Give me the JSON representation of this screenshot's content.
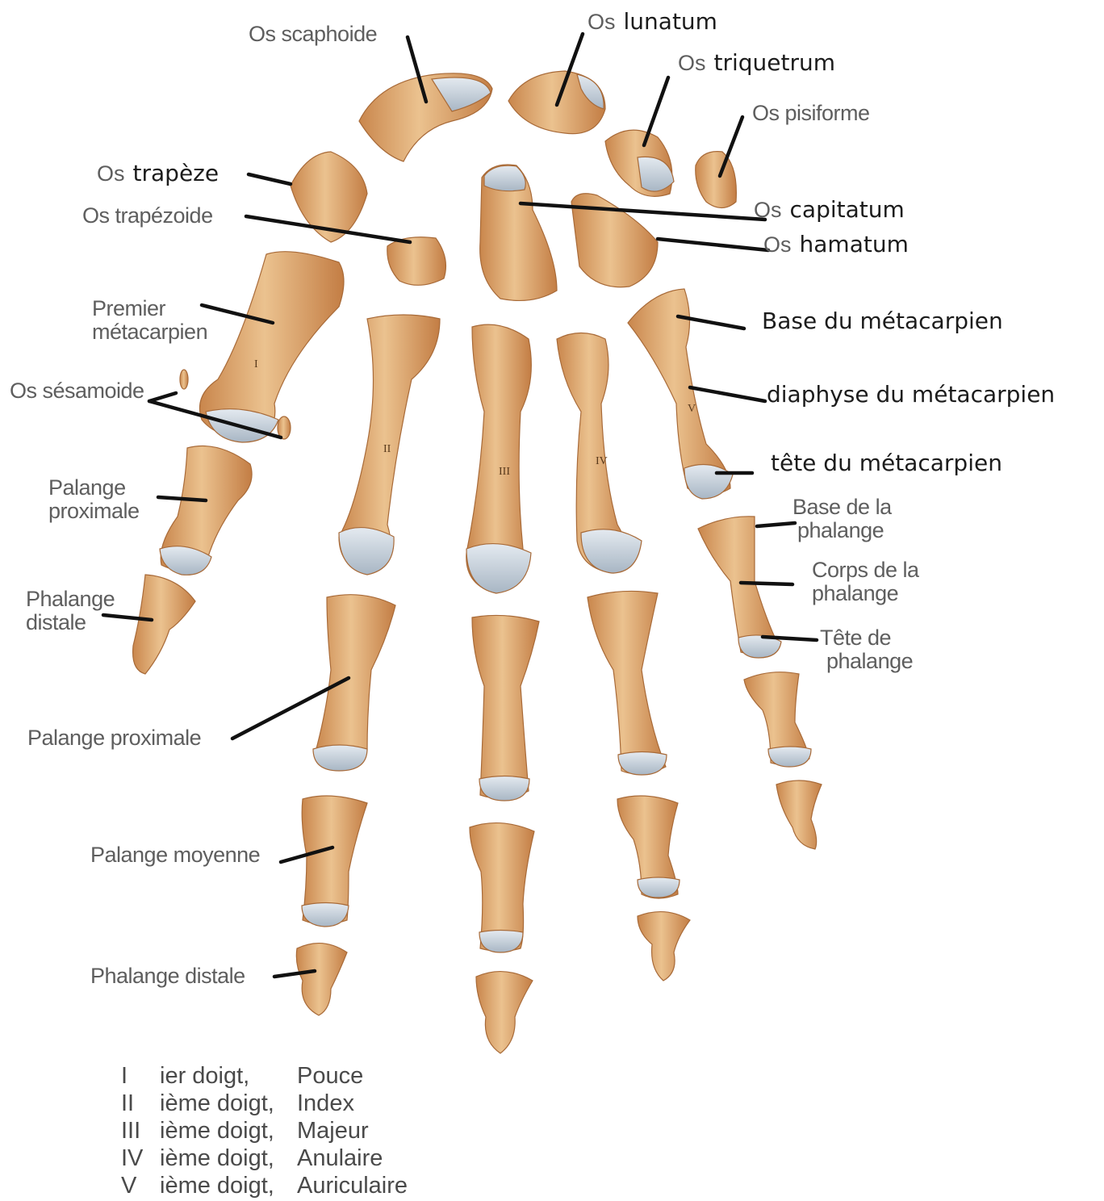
{
  "carpals": {
    "scaphoide": {
      "prefix": "",
      "name": "Os scaphoide"
    },
    "lunatum": {
      "prefix": "Os",
      "name": "lunatum"
    },
    "triquetrum": {
      "prefix": "Os",
      "name": "triquetrum"
    },
    "pisiforme": {
      "prefix": "",
      "name": "Os pisiforme"
    },
    "trapeze": {
      "prefix": "Os",
      "name": "trapèze"
    },
    "trapezoide": {
      "prefix": "",
      "name": "Os trapézoide"
    },
    "capitatum": {
      "prefix": "Os",
      "name": "capitatum"
    },
    "hamatum": {
      "prefix": "Os",
      "name": "hamatum"
    }
  },
  "metacarpal_parts": {
    "base": "Base du métacarpien",
    "diaphyse": "diaphyse du métacarpien",
    "tete": "tête du métacarpien",
    "premier_line1": "Premier",
    "premier_line2": "métacarpien",
    "sesamoide": "Os sésamoide"
  },
  "phalanx_parts": {
    "thumb_proximal_line1": "Palange",
    "thumb_proximal_line2": "proximale",
    "thumb_distal_line1": "Phalange",
    "thumb_distal_line2": "distale",
    "base_line1": "Base de la",
    "base_line2": "phalange",
    "corps_line1": "Corps de la",
    "corps_line2": "phalange",
    "tete_line1": "Tête de",
    "tete_line2": "phalange",
    "proximale": "Palange proximale",
    "moyenne": "Palange moyenne",
    "distale": "Phalange distale"
  },
  "roman_marks": [
    "I",
    "II",
    "III",
    "IV",
    "V"
  ],
  "legend": [
    {
      "num": "I",
      "ord": "ier doigt,",
      "name": "Pouce"
    },
    {
      "num": "II",
      "ord": "ième doigt,",
      "name": "Index"
    },
    {
      "num": "III",
      "ord": "ième doigt,",
      "name": "Majeur"
    },
    {
      "num": "IV",
      "ord": "ième doigt,",
      "name": "Anulaire"
    },
    {
      "num": "V",
      "ord": "ième doigt,",
      "name": "Auriculaire"
    }
  ],
  "colors": {
    "bone": "#e2b07c",
    "bone_shade": "#b9743e",
    "cartilage": "#c8d2dc",
    "leader": "#111111"
  }
}
